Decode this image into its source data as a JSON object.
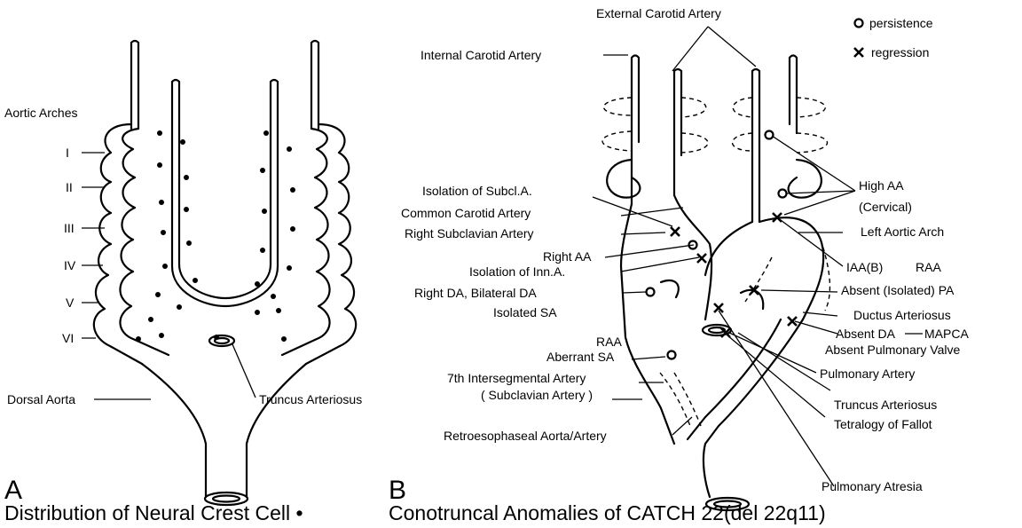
{
  "panel_a": {
    "letter": "A",
    "caption": "Distribution of Neural Crest Cell •",
    "labels": {
      "aortic_arches": "Aortic Arches",
      "arch_1": "I",
      "arch_2": "II",
      "arch_3": "III",
      "arch_4": "IV",
      "arch_5": "V",
      "arch_6": "VI",
      "dorsal_aorta": "Dorsal Aorta",
      "truncus_arteriosus": "Truncus Arteriosus"
    }
  },
  "panel_b": {
    "letter": "B",
    "caption": "Conotruncal Anomalies of CATCH 22(del 22q11)",
    "legend": {
      "persistence": "persistence",
      "regression": "regression"
    },
    "labels": {
      "external_carotid": "External Carotid Artery",
      "internal_carotid": "Internal Carotid Artery",
      "isolation_subcl": "Isolation of Subcl.A.",
      "common_carotid": "Common Carotid Artery",
      "right_subclavian": "Right Subclavian Artery",
      "right_aa": "Right AA",
      "isolation_inn": "Isolation of Inn.A.",
      "right_da": "Right DA, Bilateral DA",
      "isolated_sa": "Isolated SA",
      "raa_left": "RAA",
      "aberrant_sa": "Aberrant SA",
      "seventh_intersegmental": "7th Intersegmental Artery",
      "subclavian_paren": "( Subclavian Artery )",
      "retroesophageal": "Retroesophaseal Aorta/Artery",
      "high_aa": "High AA",
      "cervical": "(Cervical)",
      "left_aortic_arch": "Left Aortic Arch",
      "iaa_b": "IAA(B)",
      "raa_right": "RAA",
      "absent_isolated_pa": "Absent (Isolated) PA",
      "ductus_arteriosus": "Ductus Arteriosus",
      "absent_da": "Absent DA",
      "mapca": "MAPCA",
      "absent_pulmonary_valve": "Absent Pulmonary Valve",
      "pulmonary_artery": "Pulmonary Artery",
      "truncus_arteriosus": "Truncus Arteriosus",
      "tetralogy_of_fallot": "Tetralogy of Fallot",
      "pulmonary_atresia": "Pulmonary Atresia"
    }
  }
}
